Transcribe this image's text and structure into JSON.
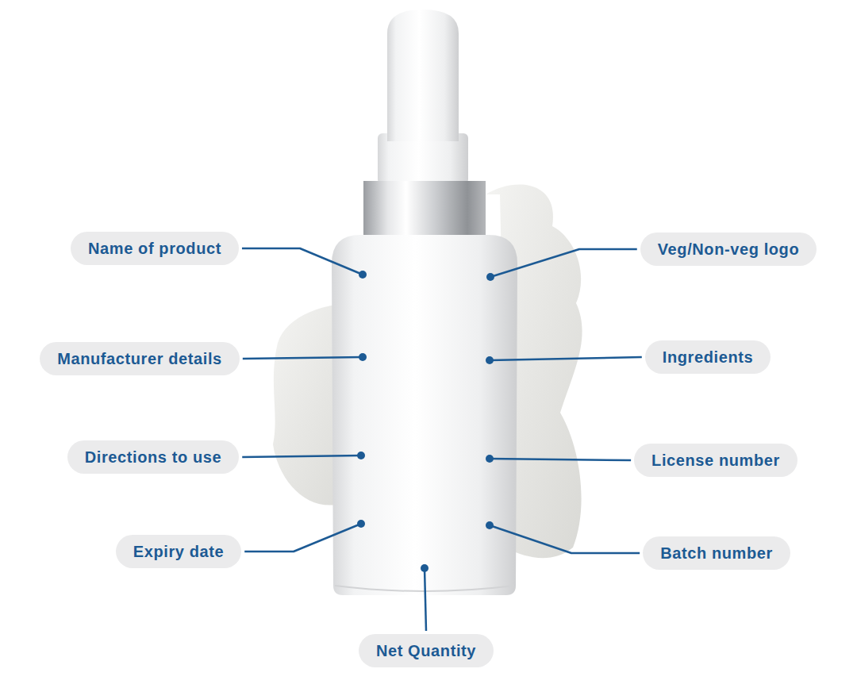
{
  "diagram": {
    "nodes": [
      {
        "text": [
          "Name of product"
        ]
      },
      {
        "text": [
          "Veg/Non-veg logo"
        ]
      },
      {
        "text": [
          "Manufacturer details"
        ]
      },
      {
        "text": [
          "Ingredients"
        ]
      },
      {
        "text": [
          "Directions to use"
        ]
      },
      {
        "text": [
          "License number"
        ]
      },
      {
        "text": [
          "Expiry date"
        ]
      },
      {
        "text": [
          "Batch number"
        ]
      },
      {
        "text": [
          "Net Quantity"
        ]
      }
    ]
  }
}
